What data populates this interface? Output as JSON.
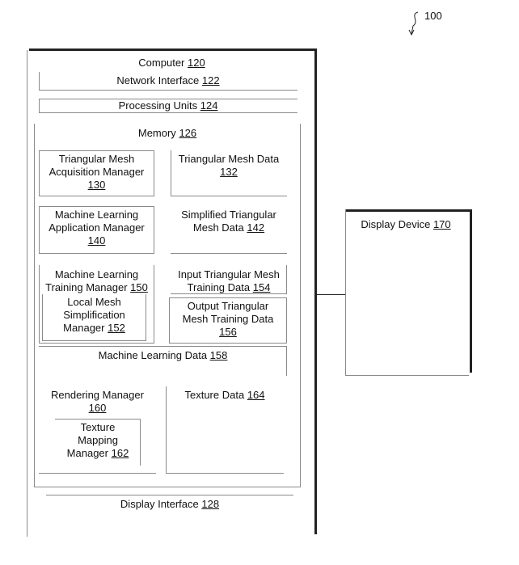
{
  "figure_ref": "100",
  "computer": {
    "name": "Computer",
    "ref": "120"
  },
  "network_interface": {
    "name": "Network Interface",
    "ref": "122"
  },
  "processing_units": {
    "name": "Processing Units",
    "ref": "124"
  },
  "memory": {
    "name": "Memory",
    "ref": "126"
  },
  "mesh_acquisition_manager": {
    "line1": "Triangular Mesh",
    "line2": "Acquisition Manager",
    "ref": "130"
  },
  "mesh_data": {
    "line1": "Triangular Mesh Data",
    "ref": "132"
  },
  "ml_application_manager": {
    "line1": "Machine Learning",
    "line2": "Application Manager",
    "ref": "140"
  },
  "simplified_mesh_data": {
    "line1": "Simplified Triangular",
    "line2": "Mesh Data",
    "ref": "142"
  },
  "ml_training_manager": {
    "line1": "Machine Learning",
    "line2": "Training Manager",
    "ref": "150"
  },
  "local_mesh_simplification_manager": {
    "line1": "Local Mesh",
    "line2": "Simplification",
    "line3": "Manager",
    "ref": "152"
  },
  "input_mesh_training_data": {
    "line1": "Input Triangular Mesh",
    "line2": "Training Data",
    "ref": "154"
  },
  "output_mesh_training_data": {
    "line1": "Output Triangular",
    "line2": "Mesh Training Data",
    "ref": "156"
  },
  "ml_data": {
    "name": "Machine Learning Data",
    "ref": "158"
  },
  "rendering_manager": {
    "line1": "Rendering Manager",
    "ref": "160"
  },
  "texture_mapping_manager": {
    "line1": "Texture",
    "line2": "Mapping",
    "line3": "Manager",
    "ref": "162"
  },
  "texture_data": {
    "name": "Texture Data",
    "ref": "164"
  },
  "display_interface": {
    "name": "Display Interface",
    "ref": "128"
  },
  "display_device": {
    "name": "Display Device",
    "ref": "170"
  }
}
